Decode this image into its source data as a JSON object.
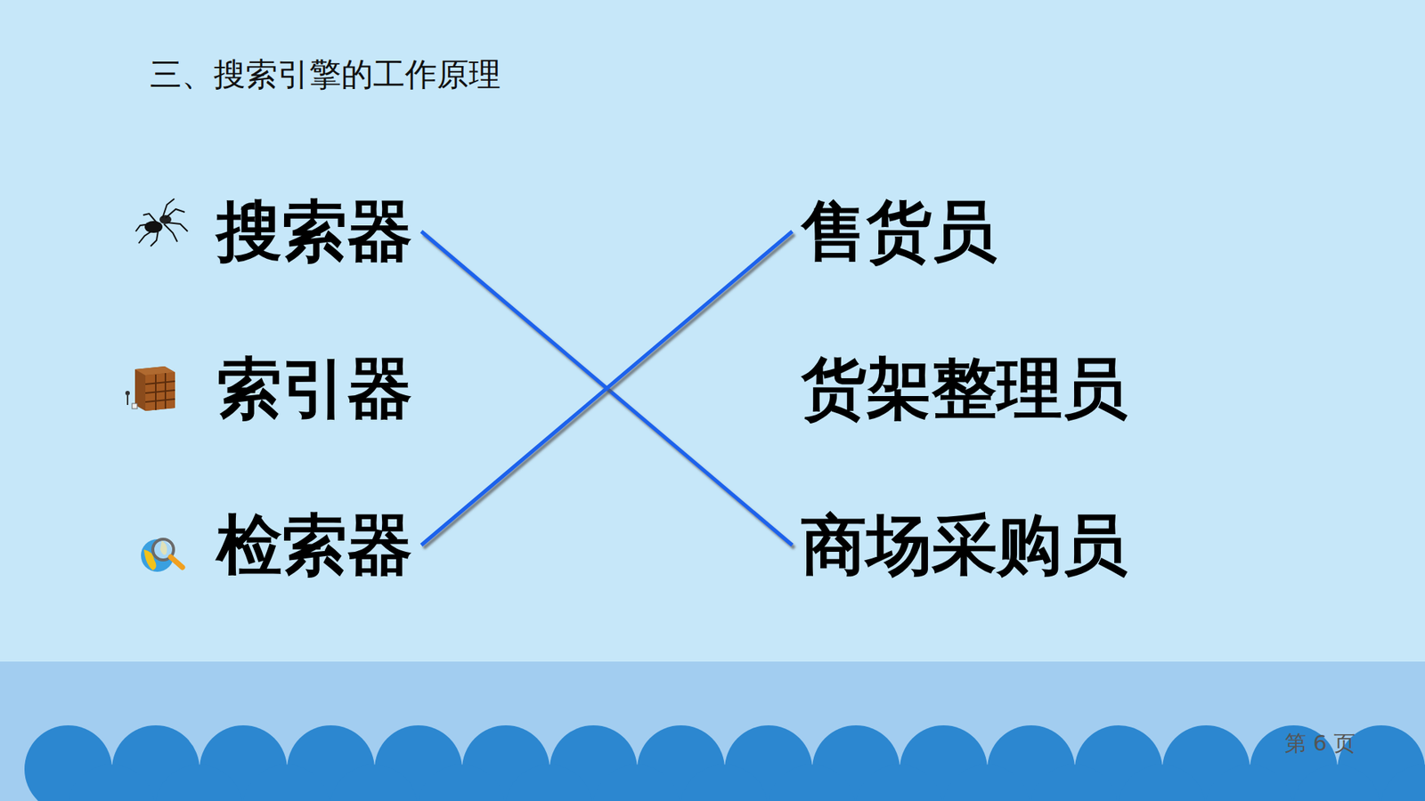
{
  "diagram": {
    "title": "三、搜索引擎的工作原理",
    "nodes": [
      {
        "text": [
          "搜索器"
        ]
      },
      {
        "text": [
          "售货员"
        ]
      },
      {
        "text": [
          "索引器"
        ]
      },
      {
        "text": [
          "货架整理员"
        ]
      },
      {
        "text": [
          "检索器"
        ]
      },
      {
        "text": [
          "商场采购员"
        ]
      }
    ],
    "edges": [
      {
        "from": 0,
        "to": 5,
        "arrow": "none"
      },
      {
        "from": 2,
        "to": 3,
        "arrow": "none"
      },
      {
        "from": 4,
        "to": 1,
        "arrow": "none"
      }
    ],
    "labels": [
      "第 6 页"
    ]
  }
}
